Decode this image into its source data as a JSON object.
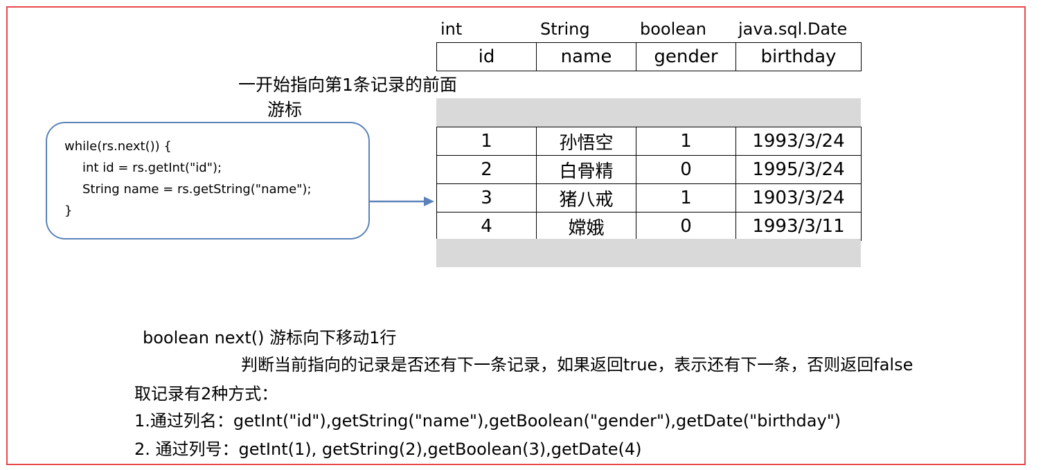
{
  "column_types": [
    "int",
    "String",
    "boolean",
    "java.sql.Date"
  ],
  "column_names": [
    "id",
    "name",
    "gender",
    "birthday"
  ],
  "rows": [
    [
      "1",
      "孙悟空",
      "1",
      "1993/3/24"
    ],
    [
      "2",
      "白骨精",
      "0",
      "1995/3/24"
    ],
    [
      "3",
      "猪八戒",
      "1",
      "1903/3/24"
    ],
    [
      "4",
      "嫦娥",
      "0",
      "1993/3/11"
    ]
  ],
  "annotations": {
    "start_note": "一开始指向第1条记录的前面",
    "cursor_label": "游标"
  },
  "code": {
    "line1": "while(rs.next()) {",
    "line2": "int id = rs.getInt(\"id\");",
    "line3": "String name = rs.getString(\"name\");",
    "line4": "}"
  },
  "explanation": {
    "line1": "boolean next() 游标向下移动1行",
    "line2": "判断当前指向的记录是否还有下一条记录，如果返回true，表示还有下一条，否则返回false",
    "line3": "取记录有2种方式：",
    "line4": "1.通过列名：getInt(\"id\"),getString(\"name\"),getBoolean(\"gender\"),getDate(\"birthday\")",
    "line5": "2. 通过列号：getInt(1), getString(2),getBoolean(3),getDate(4)"
  },
  "colors": {
    "frame_border": "#e8474a",
    "code_box_border": "#5b82b8",
    "arrow": "#5b82b8",
    "cursor_band": "#d9d9d9"
  }
}
